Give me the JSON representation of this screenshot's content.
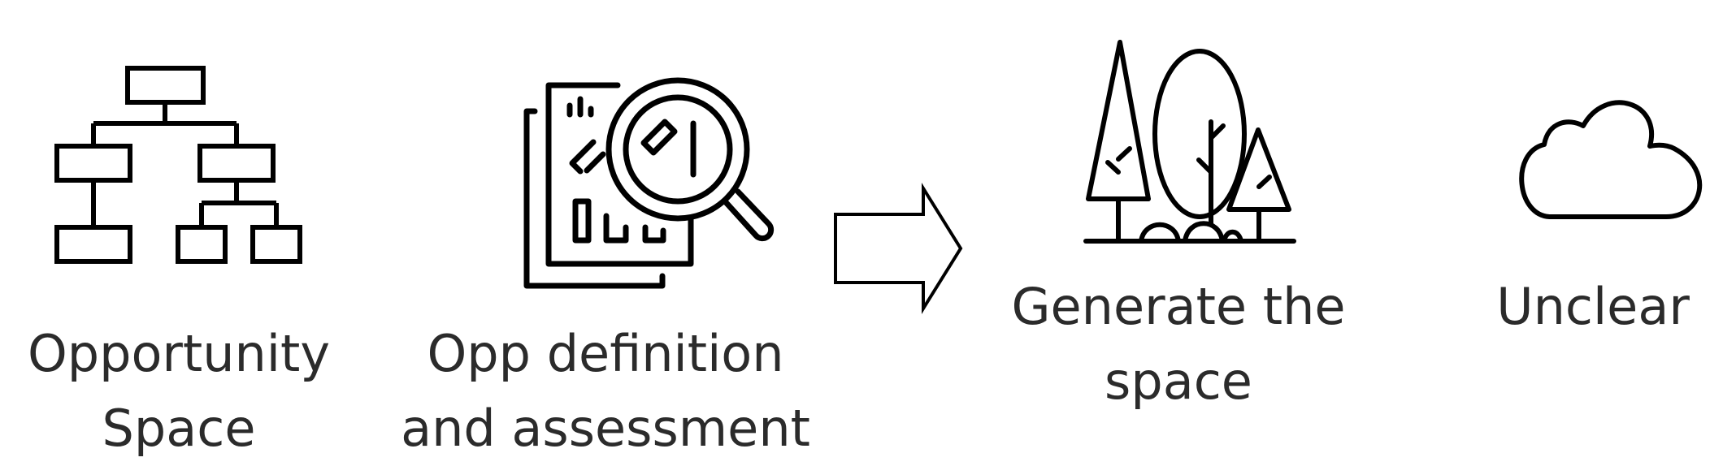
{
  "steps": [
    {
      "icon": "org-chart-icon",
      "lines": [
        "Opportunity",
        "Space"
      ]
    },
    {
      "icon": "analysis-magnifier-icon",
      "lines": [
        "Opp definition",
        "and assessment"
      ]
    },
    {
      "icon": "forest-icon",
      "lines": [
        "Generate the",
        "space"
      ]
    },
    {
      "icon": "cloud-icon",
      "lines": [
        "Unclear"
      ]
    }
  ],
  "connector": {
    "icon": "right-arrow-icon"
  },
  "colors": {
    "ink": "#000000",
    "text": "#2b2b2b",
    "background": "#ffffff"
  }
}
